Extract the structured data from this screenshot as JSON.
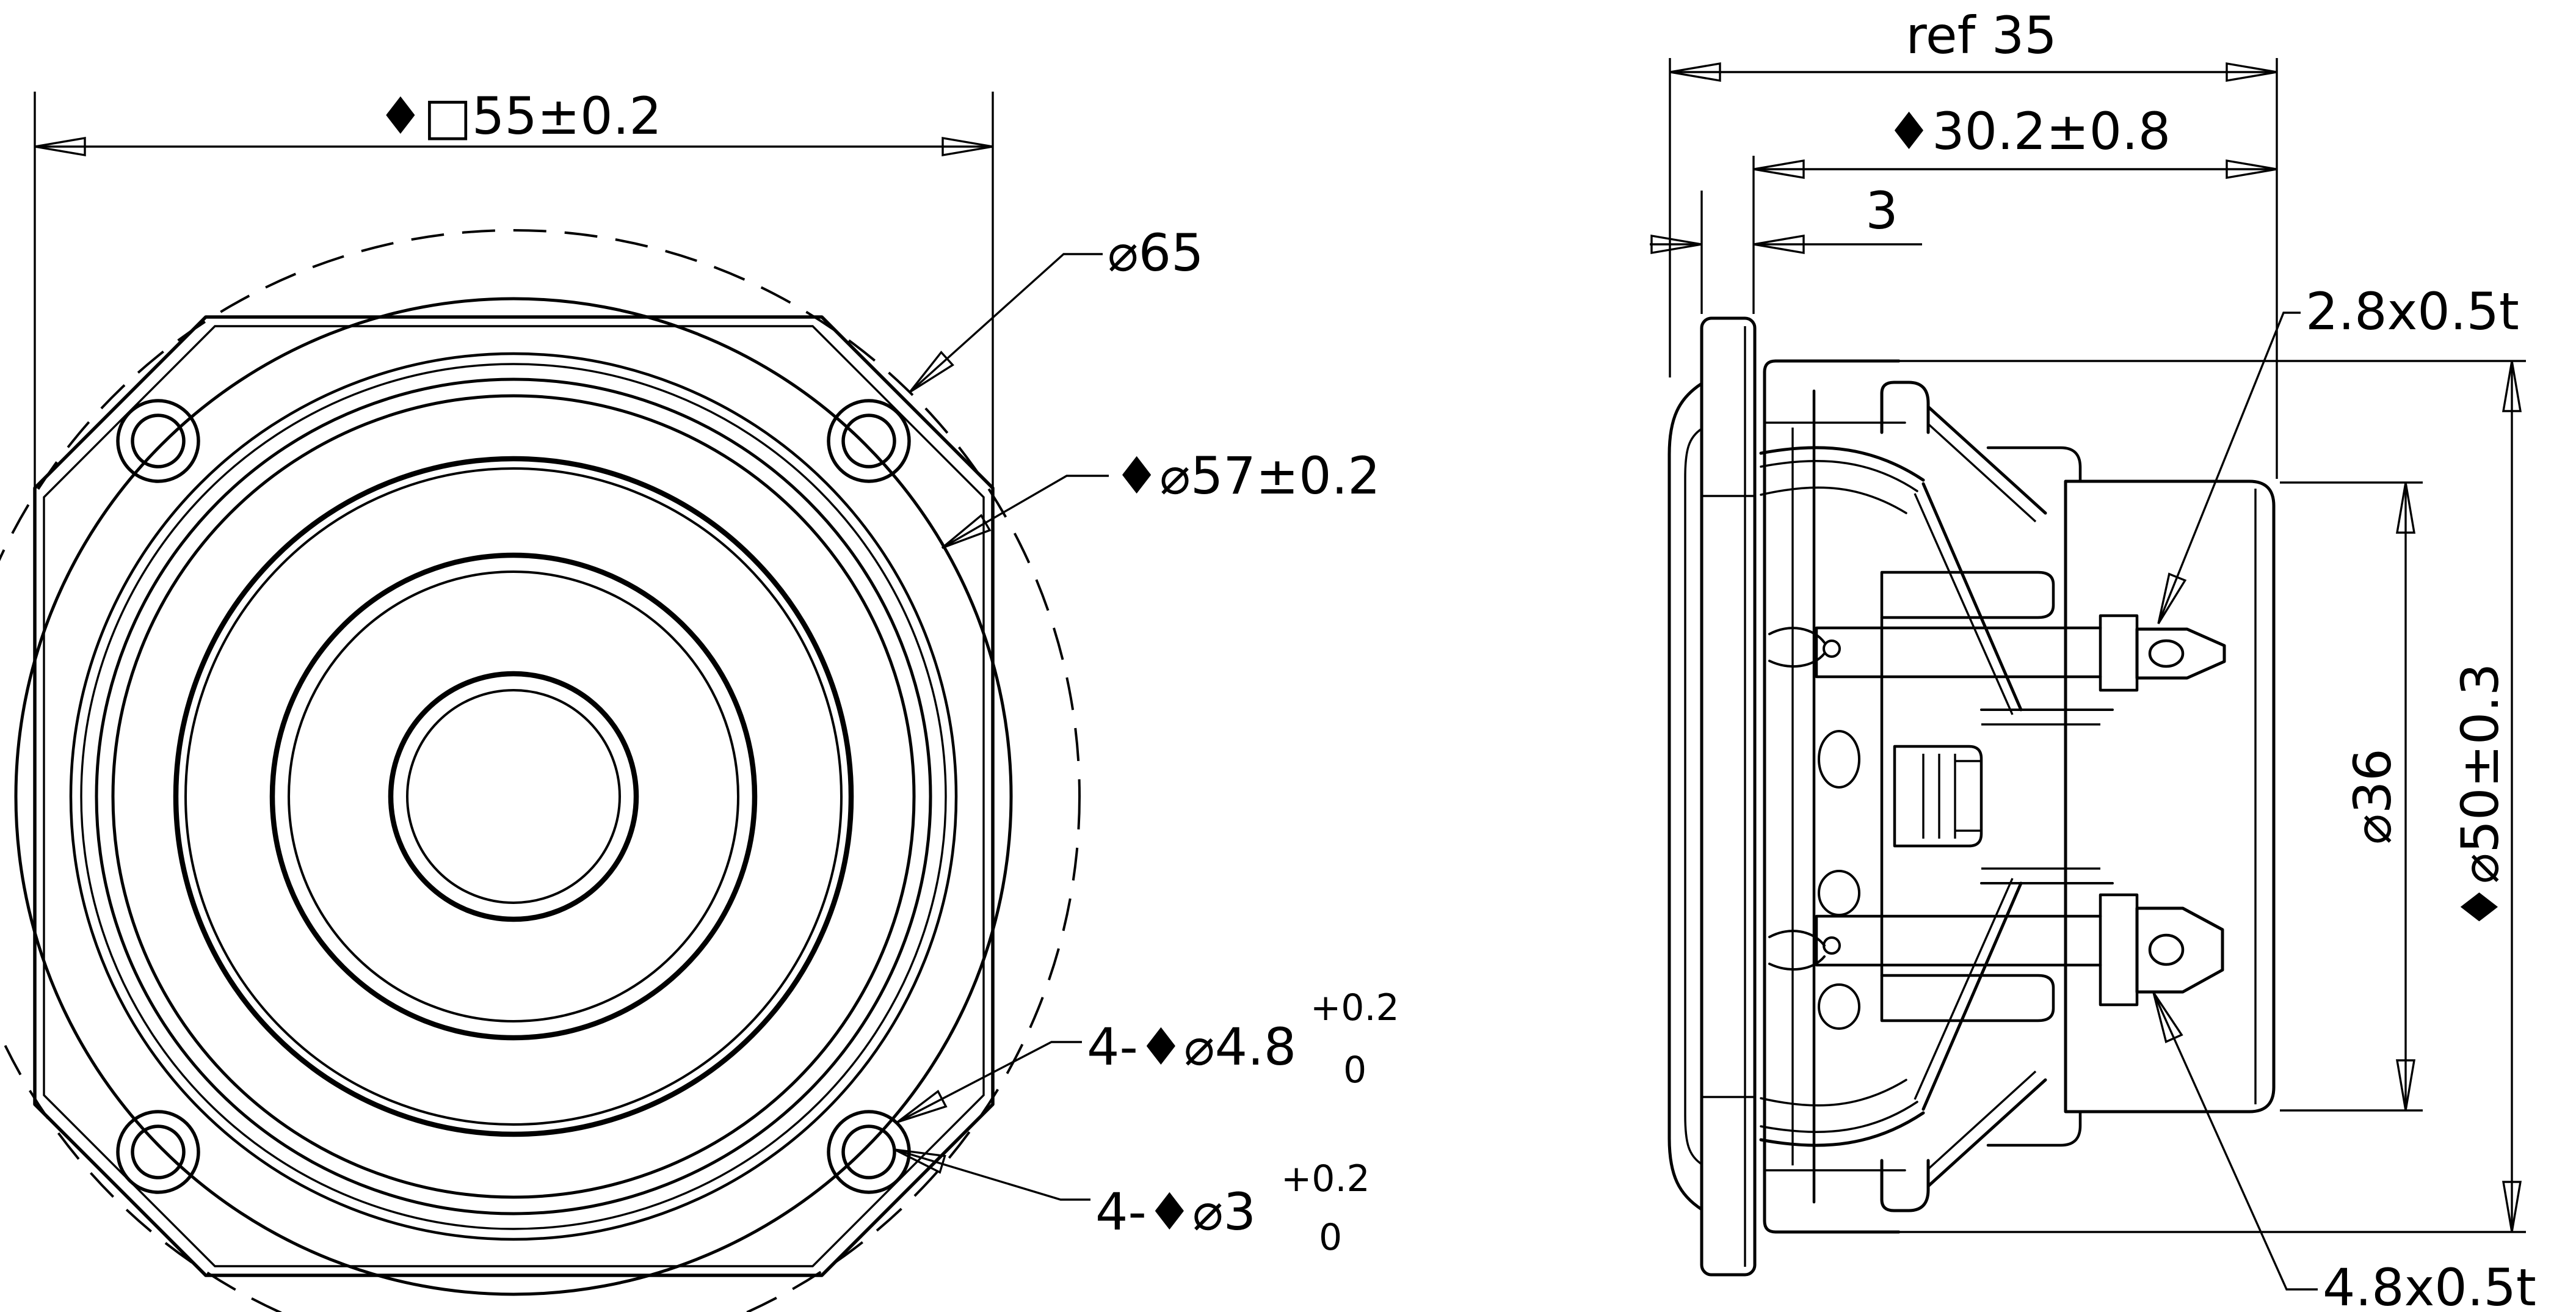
{
  "colors": {
    "line": "#000000",
    "background": "#ffffff"
  },
  "front_view": {
    "frame_width": "♦□55±0.2",
    "gasket_diameter": "⌀65",
    "front_ring_diameter": "♦⌀57±0.2",
    "counterbore_label": "4-♦⌀4.8",
    "counterbore_tol_upper": "+0.2",
    "counterbore_tol_lower": "0",
    "hole_label": "4-♦⌀3",
    "hole_tol_upper": "+0.2",
    "hole_tol_lower": "0"
  },
  "side_view": {
    "overall_depth": "ref 35",
    "mounting_depth": "♦30.2±0.8",
    "flange_thickness": "3",
    "upper_terminal": "2.8x0.5t",
    "lower_terminal": "4.8x0.5t",
    "magnet_diameter": "⌀36",
    "basket_diameter": "♦⌀50±0.3"
  }
}
